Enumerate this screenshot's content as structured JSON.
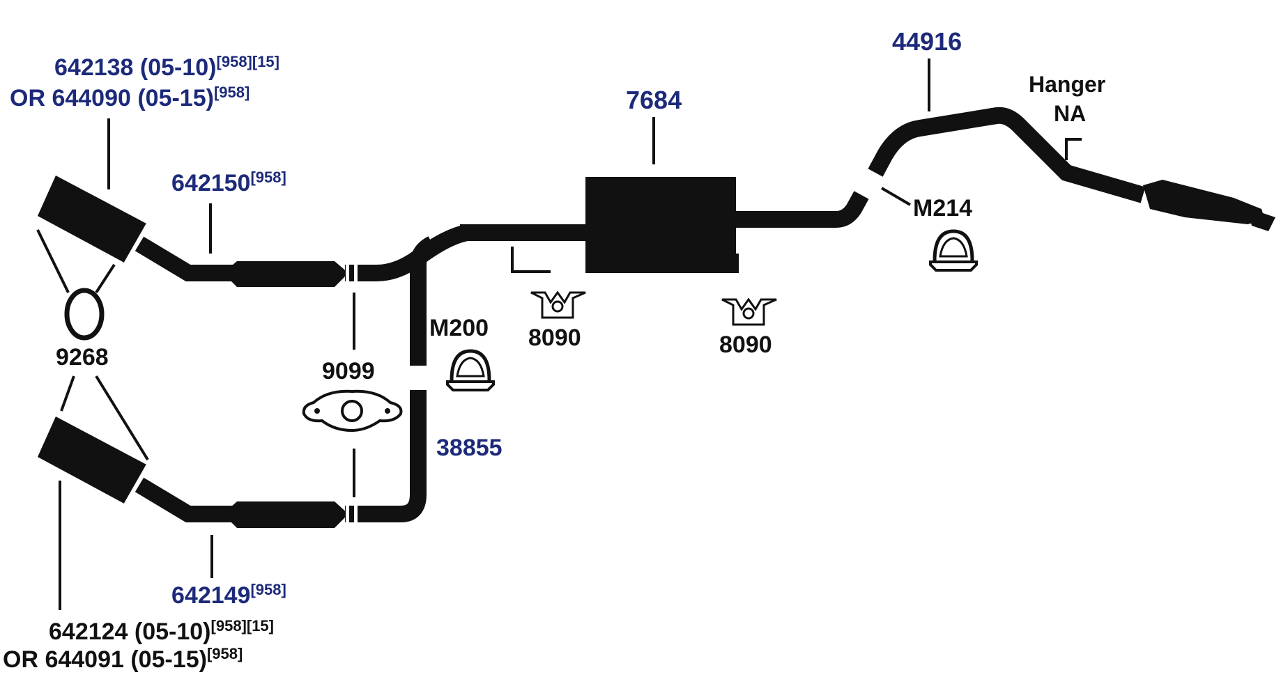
{
  "colors": {
    "accent": "#1d2a7a",
    "ink": "#111111"
  },
  "labels": {
    "p642138": {
      "text": "642138 (05-10)",
      "sup": "[958][15]"
    },
    "p644090": {
      "text": "OR 644090 (05-15)",
      "sup": "[958]"
    },
    "p642150": {
      "text": "642150",
      "sup": "[958]"
    },
    "p9268": "9268",
    "p9099": "9099",
    "pM200": "M200",
    "p38855": "38855",
    "p7684": "7684",
    "p8090a": "8090",
    "p8090b": "8090",
    "p44916": "44916",
    "hanger_line1": "Hanger",
    "hanger_line2": "NA",
    "pM214": "M214",
    "p642149": {
      "text": "642149",
      "sup": "[958]"
    },
    "p642124": {
      "text": "642124 (05-10)",
      "sup": "[958][15]"
    },
    "p644091": {
      "text": "OR 644091 (05-15)",
      "sup": "[958]"
    }
  }
}
